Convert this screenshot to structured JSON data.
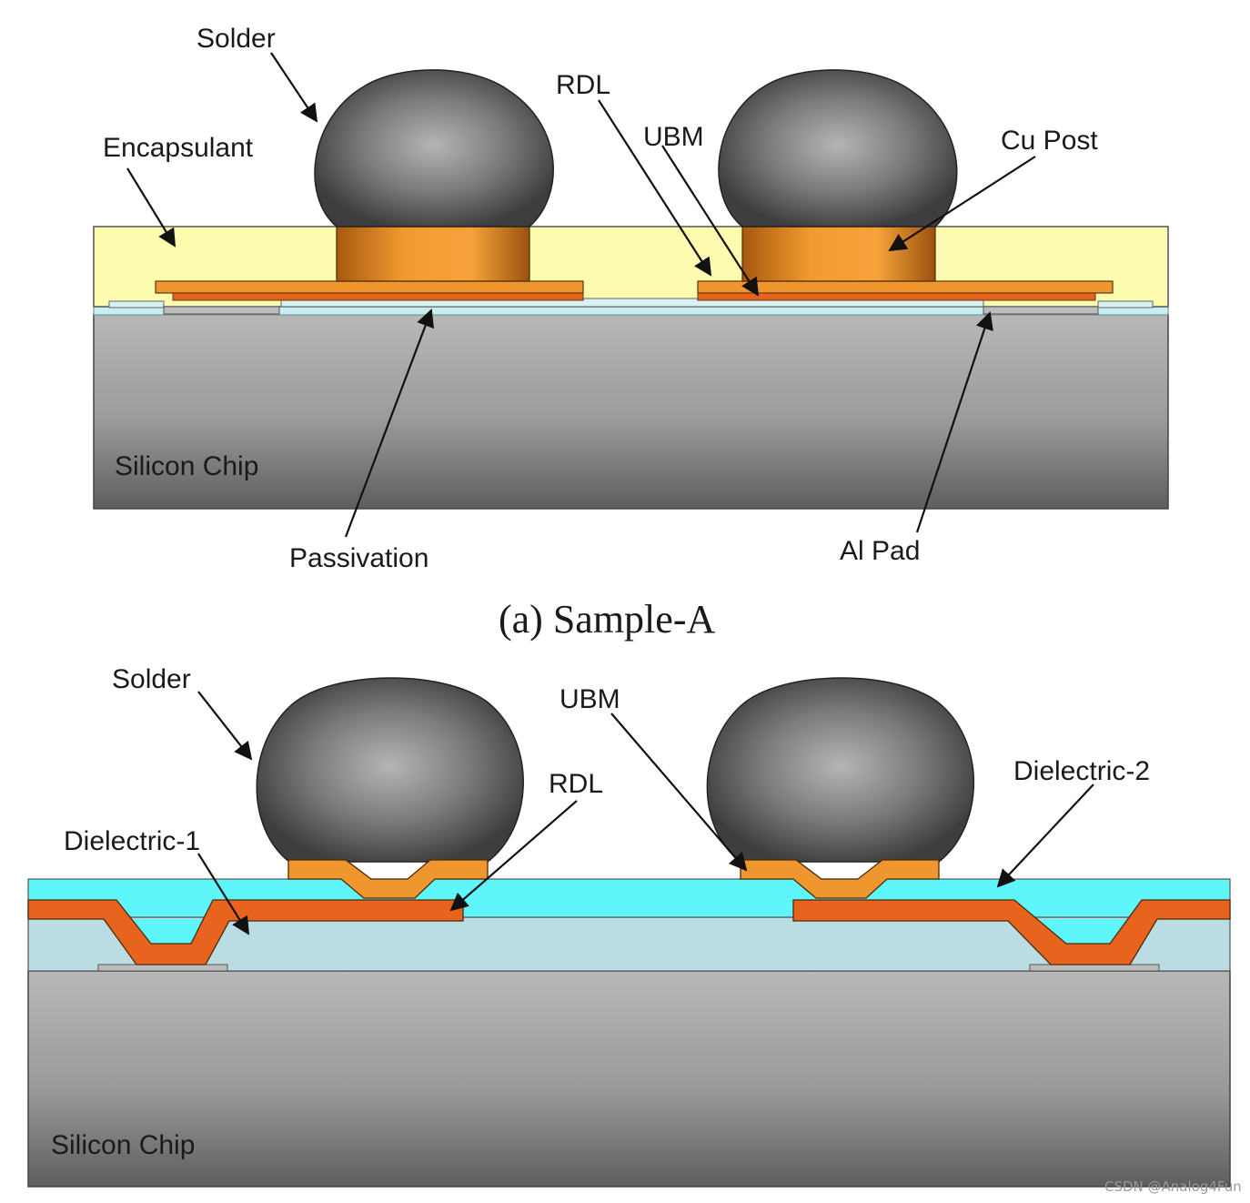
{
  "sample_a": {
    "caption": "(a) Sample-A",
    "labels": {
      "solder": "Solder",
      "encapsulant": "Encapsulant",
      "rdl": "RDL",
      "ubm": "UBM",
      "cu_post": "Cu Post",
      "silicon_chip": "Silicon Chip",
      "passivation": "Passivation",
      "al_pad": "Al Pad"
    }
  },
  "sample_b": {
    "labels": {
      "solder": "Solder",
      "ubm": "UBM",
      "rdl": "RDL",
      "dielectric_2": "Dielectric-2",
      "dielectric_1": "Dielectric-1",
      "silicon_chip": "Silicon Chip"
    }
  },
  "watermark": "CSDN @Analog4Fun",
  "colors": {
    "solder": "#5a5a5a",
    "encapsulant": "#fdfbb0",
    "cu_post": "#f0962e",
    "rdl": "#e8631e",
    "ubm": "#f0962e",
    "passivation": "#c9eef2",
    "dielectric_1": "#b9dde2",
    "dielectric_2": "#5ef6fb",
    "silicon": "#9c9c9c"
  }
}
